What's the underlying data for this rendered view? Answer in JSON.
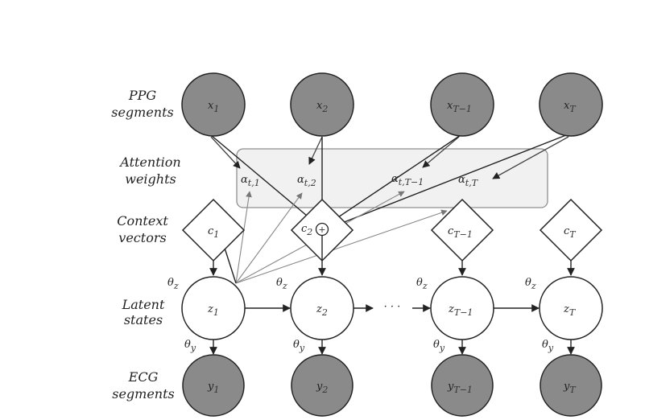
{
  "row_labels": {
    "ppg": [
      "PPG",
      "segments"
    ],
    "attention": [
      "Attention",
      "weights"
    ],
    "context": [
      "Context",
      "vectors"
    ],
    "latent": [
      "Latent",
      "states"
    ],
    "ecg": [
      "ECG",
      "segments"
    ]
  },
  "nodes": {
    "x": [
      "x",
      "x",
      "x",
      "x"
    ],
    "x_sub": [
      "1",
      "2",
      "T−1",
      "T"
    ],
    "alpha": "α",
    "alpha_sub": [
      "t,1",
      "t,2",
      "t,T−1",
      "t,T"
    ],
    "c": [
      "c",
      "c",
      "c",
      "c"
    ],
    "c_sub": [
      "1",
      "2",
      "T−1",
      "T"
    ],
    "z": [
      "z",
      "z",
      "z",
      "z"
    ],
    "z_sub": [
      "1",
      "2",
      "T−1",
      "T"
    ],
    "y": [
      "y",
      "y",
      "y",
      "y"
    ],
    "y_sub": [
      "1",
      "2",
      "T−1",
      "T"
    ]
  },
  "params": {
    "theta": "θ",
    "z_sub": "z",
    "y_sub": "y"
  },
  "ellipsis": "· · ·",
  "oplus": "+",
  "colors": {
    "shaded_node": "#8a8a8a",
    "attention_box": "#f1f1f1",
    "stroke": "#222222"
  }
}
